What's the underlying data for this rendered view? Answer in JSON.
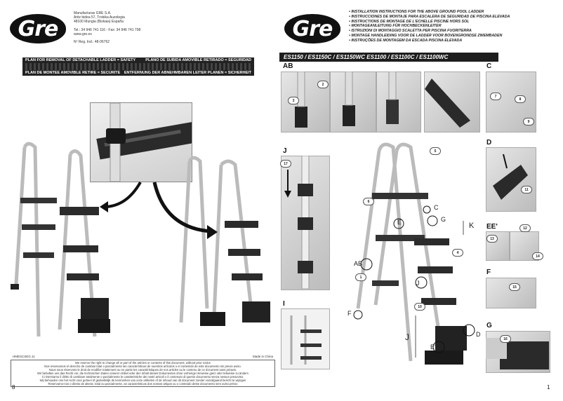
{
  "left_page": {
    "company": {
      "name": "Manufacturas GRE S.A.",
      "address1": "Aritz bidea 57, Trobika Auzolegia",
      "address2": "48100 Mungia (Bizkaia) España",
      "phone": "Tel.: 34 946 741 116 - Fax: 34 946 741 708",
      "web": "www.gre.es",
      "reg": "Nº Reg. Ind.: 48-06762"
    },
    "logo_text": "Gre",
    "plan_bar": {
      "top_left": "PLAN FOR REMOVAL OF DETACHABLE LADDER = SAFETY",
      "top_right": "PLANO DE SUBIDA AMOVIBLE RETIRADO = SEGURIDAD",
      "bottom_left": "PLAN DE MONTEE AMOVIBLE RETIRE = SECURITE",
      "bottom_right": "ENTFERNUNG DER ABNEHMBAREN LEITER PLANEN = SICHERHEIT"
    },
    "code": "HMESCSEG.11",
    "made_in": "Made in China",
    "disclaimer": [
      "We reserve the right to change all or part of the articles or contents of this document, without prior notice",
      "Nos reservamos el derecho de cambiar total o parcialmente las características de nuestros artículos o el contenido de este documento sin previo aviso.",
      "Nous nous réservons le droit de modifier totalement ou en partie les caractéristiques de nos articles ou le contenu de ce document sans préavis.",
      "Wir behalten uns das Recht vor, die technischen Daten unserer Artikel oder den Inhalt dieses Dokumentes ohne vorherige Hinweise ganz oder teilweise zu ändern",
      "Ci riserviamo il diritto di cambiare totalmente o parzialmente le caratteristiche dei nostri articoli o il contenuto di questo documento senza nessun preavviso.",
      "Wij behouden ons het recht voor geheel of gedeeltelijk de kenmerken van onze artikelen of de inhoud van dit document zonder voorafgaand bericht te wijzigen",
      "Reservamo-nos o direito de alterar, total ou parcialmente, as características dos nossos artigos ou o conteúdo deste documento sem aviso prévio"
    ],
    "page_number": "8"
  },
  "right_page": {
    "logo_text": "Gre",
    "instructions": [
      "• INSTALLATION INSTRUCTIONS FOR THE ABOVE GROUND POOL LADDER",
      "• INSTRUCCIONES DE MONTAJE PARA ESCALERA DE SEGURIDAD DE PISCINA ELEVADA",
      "• INSTRUCTIONS DE MONTAGE DE L'ECHELLE PISCINE HORS SOL",
      "• MONTAGEANLEITUNG FÜR HOCHBECKENLEITER",
      "• ISTRUZIONI DI MONTAGGIO SCALETTA PER PISCINA FUORITERRA",
      "• MONTAGE HANDLEIDING VOOR DE LADDER VOOR BOVENGRONDSE ZWEMBADEN",
      "• INSTRUÇÕES DE MONTAGEM DA ESCADA PISCINA ELEVADA"
    ],
    "models": "ES1150 / ES1150C / ES1150WC ES1100 / ES1100C /  ES1100WC",
    "section_letters": {
      "ab": "AB",
      "c": "C",
      "j": "J",
      "d": "D",
      "ee": "EE'",
      "i": "I",
      "f": "F",
      "g": "G"
    },
    "step_numbers": {
      "s2": "2",
      "s3": "3",
      "s7": "7",
      "s8": "8",
      "s9": "9",
      "s11": "11",
      "s12": "12",
      "s13": "13",
      "s14": "14",
      "s15": "15",
      "s16": "16",
      "s17": "17",
      "s5": "5",
      "s6": "6",
      "s4": "4",
      "s1": "1",
      "s10": "10"
    },
    "callouts": {
      "c": "C",
      "g": "G",
      "e": "E",
      "k": "K",
      "ab": "AB",
      "f": "F",
      "j_small": "J",
      "j_big": "J",
      "e_prime": "E'",
      "d": "D"
    },
    "page_number": "1"
  }
}
